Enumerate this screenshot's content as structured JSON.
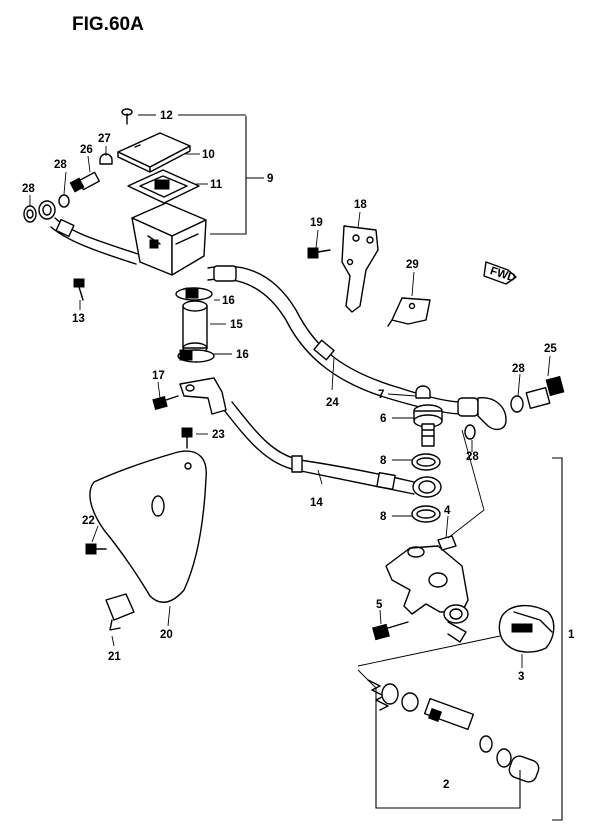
{
  "figure": {
    "title": "FIG.60A"
  },
  "direction_marker": {
    "label": "FWD"
  },
  "callouts": {
    "c1": "1",
    "c2": "2",
    "c3": "3",
    "c4": "4",
    "c5": "5",
    "c6": "6",
    "c7": "7",
    "c8a": "8",
    "c8b": "8",
    "c9": "9",
    "c10": "10",
    "c11": "11",
    "c12": "12",
    "c13": "13",
    "c14": "14",
    "c15": "15",
    "c16a": "16",
    "c16b": "16",
    "c17": "17",
    "c18": "18",
    "c19": "19",
    "c20": "20",
    "c21": "21",
    "c22": "22",
    "c23": "23",
    "c24": "24",
    "c25": "25",
    "c26": "26",
    "c27": "27",
    "c28a": "28",
    "c28b": "28",
    "c28c": "28",
    "c28d": "28",
    "c29": "29"
  }
}
